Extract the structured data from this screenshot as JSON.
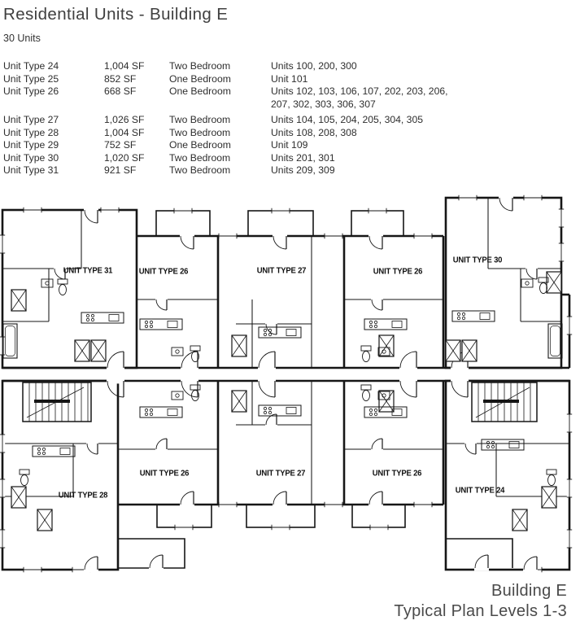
{
  "page": {
    "title": "Residential Units - Building E",
    "subtitle": "30 Units",
    "footer_line1": "Building E",
    "footer_line2": "Typical Plan Levels 1-3"
  },
  "table": {
    "rows": [
      {
        "type": "Unit Type 24",
        "sf": "1,004 SF",
        "bedrooms": "Two Bedroom",
        "units": "Units 100, 200, 300"
      },
      {
        "type": "Unit Type 25",
        "sf": "852 SF",
        "bedrooms": "One Bedroom",
        "units": "Unit 101"
      },
      {
        "type": "Unit Type 26",
        "sf": "668 SF",
        "bedrooms": "One Bedroom",
        "units": "Units 102, 103, 106, 107, 202, 203, 206, 207, 302, 303, 306, 307"
      },
      {
        "type": "Unit Type 27",
        "sf": "1,026 SF",
        "bedrooms": "Two Bedroom",
        "units": "Units 104, 105, 204, 205, 304, 305"
      },
      {
        "type": "Unit Type 28",
        "sf": "1,004 SF",
        "bedrooms": "Two Bedroom",
        "units": "Units 108, 208, 308"
      },
      {
        "type": "Unit Type 29",
        "sf": "752 SF",
        "bedrooms": "One Bedroom",
        "units": "Unit 109"
      },
      {
        "type": "Unit Type 30",
        "sf": "1,020 SF",
        "bedrooms": "Two Bedroom",
        "units": "Units 201, 301"
      },
      {
        "type": "Unit Type 31",
        "sf": "921 SF",
        "bedrooms": "Two Bedroom",
        "units": "Units 209, 309"
      }
    ]
  },
  "plan": {
    "labels": [
      {
        "text": "UNIT TYPE 31"
      },
      {
        "text": "UNIT TYPE 26"
      },
      {
        "text": "UNIT TYPE 27"
      },
      {
        "text": "UNIT TYPE 26"
      },
      {
        "text": "UNIT TYPE 30"
      },
      {
        "text": "UNIT TYPE 28"
      },
      {
        "text": "UNIT TYPE 26"
      },
      {
        "text": "UNIT TYPE 27"
      },
      {
        "text": "UNIT TYPE 26"
      },
      {
        "text": "UNIT TYPE 24"
      }
    ]
  }
}
